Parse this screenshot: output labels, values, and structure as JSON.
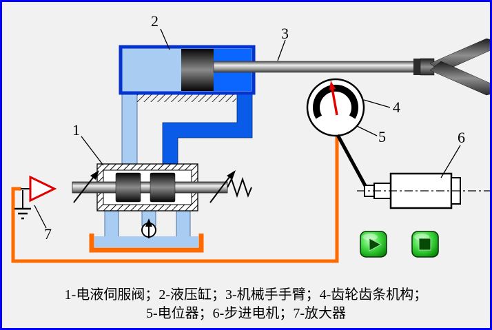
{
  "part_labels": {
    "n1": "1",
    "n2": "2",
    "n3": "3",
    "n4": "4",
    "n5": "5",
    "n6": "6",
    "n7": "7"
  },
  "caption": {
    "line1": "1-电液伺服阀；2-液压缸；3-机械手手臂；4-齿轮齿条机构；",
    "line2": "5-电位器；6-步进电机；7-放大器"
  },
  "controls": {
    "play_icon": "▶",
    "stop_icon": "■"
  },
  "colors": {
    "frame_blue": "#0000ff",
    "pipe_blue": "#0a5ce8",
    "light_blue": "#a9cdf2",
    "cylinder_border": "#0633cc",
    "wire_orange": "#ff6a00",
    "needle_red": "#e60000",
    "button_green": "#2ecc2e"
  }
}
